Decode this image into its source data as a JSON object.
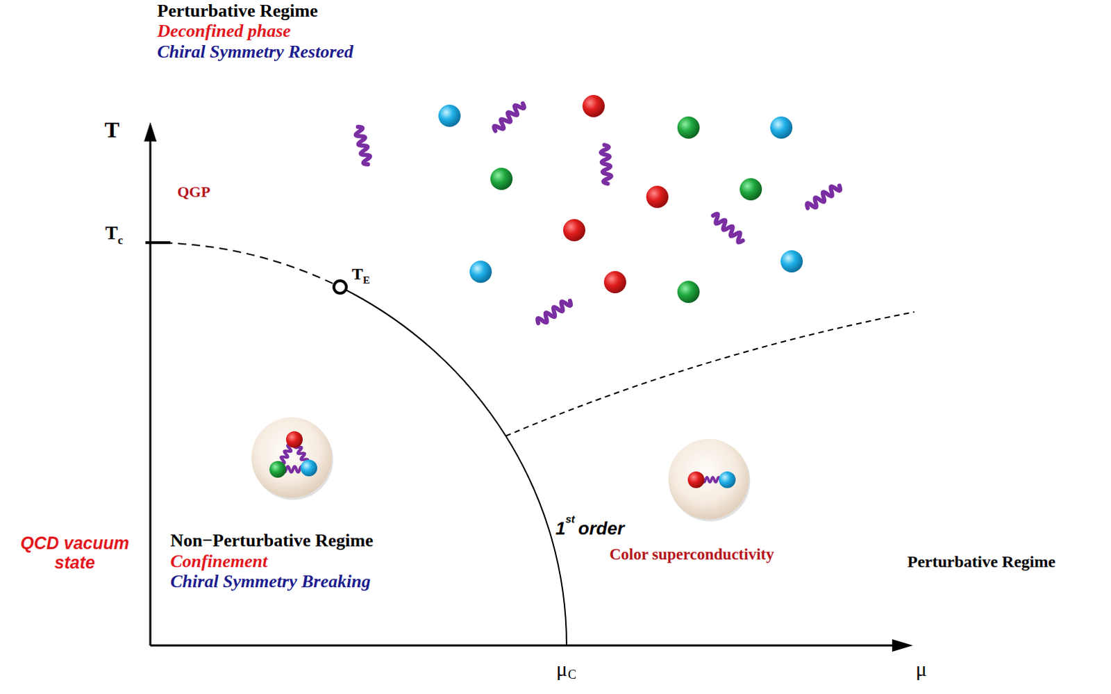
{
  "diagram": {
    "labels": [
      "Perturbative Regime",
      "Deconfined phase",
      "Chiral Symmetry Restored",
      "T",
      "QGP",
      "T",
      "c",
      "T",
      "E",
      "1",
      "st",
      "order",
      "Color superconductivity",
      "Perturbative Regime",
      "QCD vacuum state",
      "Non−Perturbative Regime",
      "Confinement",
      "Chiral Symmetry Breaking",
      "μ",
      "C",
      "μ"
    ]
  }
}
